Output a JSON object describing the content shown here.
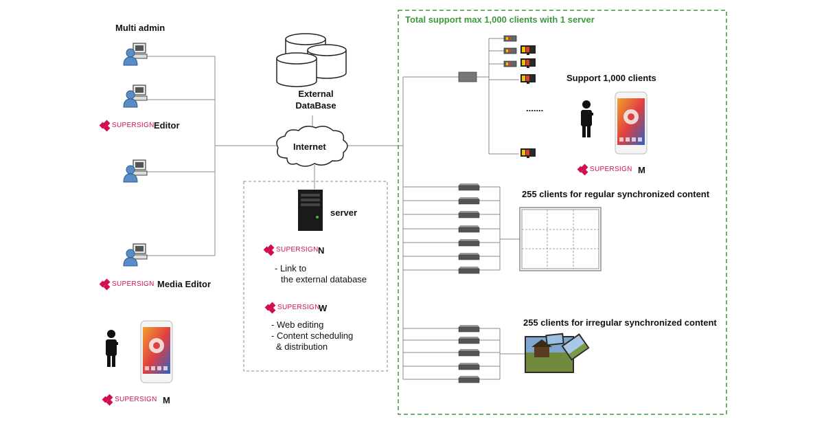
{
  "total_support_label": "Total support max 1,000 clients with 1 server",
  "multi_admin_label": "Multi admin",
  "editor": {
    "logo": "SUPERSIGN",
    "label": "Editor"
  },
  "media_editor": {
    "logo": "SUPERSIGN",
    "label": "Media Editor"
  },
  "mobile_admin": {
    "logo": "SUPERSIGN",
    "label": "M"
  },
  "external_db_label": "External DataBase",
  "internet_label": "Internet",
  "server_label": "server",
  "supersign_n": {
    "logo": "SUPERSIGN",
    "label": "N",
    "feature": "- Link to",
    "feature_cont": "the external database"
  },
  "supersign_w": {
    "logo": "SUPERSIGN",
    "label": "W",
    "features": [
      "- Web editing",
      "- Content scheduling",
      "& distribution"
    ]
  },
  "support_clients_label": "Support 1,000 clients",
  "ellipsis": ".......",
  "mobile_client": {
    "logo": "SUPERSIGN",
    "label": "M"
  },
  "regular_sync_label": "255 clients for regular synchronized content",
  "irregular_sync_label": "255 clients for irregular synchronized content",
  "colors": {
    "accent_green": "#3a9a3a",
    "brand": "#d0104c",
    "line": "#888888"
  }
}
